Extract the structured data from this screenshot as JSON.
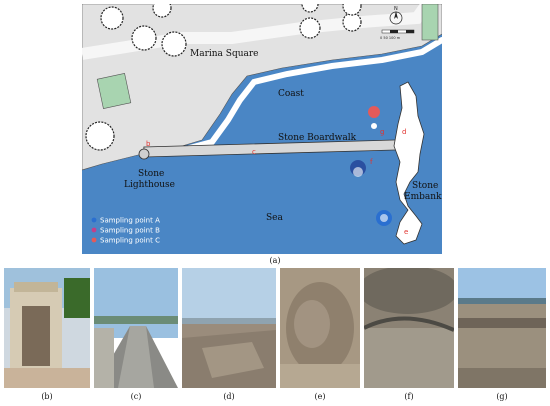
{
  "map": {
    "labels": {
      "marina_square": "Marina Square",
      "coast": "Coast",
      "stone_boardwalk": "Stone Boardwalk",
      "stone_lighthouse": "Stone\nLighthouse",
      "stone_embankment": "Stone\nEmbankment",
      "sea": "Sea"
    },
    "point_letters": {
      "b": "b",
      "c": "c",
      "d": "d",
      "e": "e",
      "f": "f",
      "g": "g"
    },
    "legend": [
      {
        "label": "Sampling point A",
        "color": "#2a6fd0"
      },
      {
        "label": "Sampling point B",
        "color": "#c3408a"
      },
      {
        "label": "Sampling point C",
        "color": "#e45a5a"
      }
    ],
    "compass": "N",
    "scale_bar": "0    50    100 m",
    "colors": {
      "sea": "#4a86c5",
      "land": "#e2e2e2",
      "green": "#a8d4b0",
      "shore": "#ffffff"
    }
  },
  "figure_labels": {
    "a": "(a)",
    "photos": [
      "(b)",
      "(c)",
      "(d)",
      "(e)",
      "(f)",
      "(g)"
    ]
  }
}
